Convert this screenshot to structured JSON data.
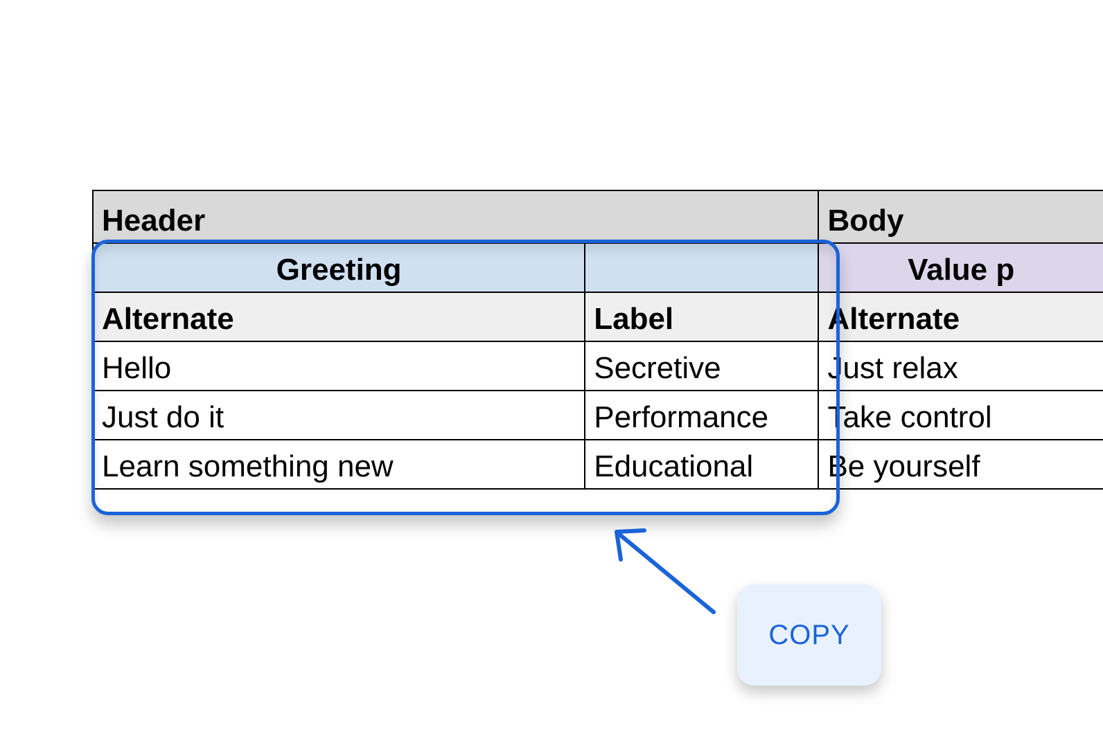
{
  "table": {
    "top_row": {
      "header": "Header",
      "body": "Body"
    },
    "group_row": {
      "greeting": "Greeting",
      "empty": "",
      "value": "Value p"
    },
    "sub_row": {
      "alternate": "Alternate",
      "label": "Label",
      "alternate2": "Alternate"
    },
    "rows": [
      {
        "alternate": "Hello",
        "label": "Secretive",
        "alternate2": "Just relax"
      },
      {
        "alternate": "Just do it",
        "label": "Performance",
        "alternate2": "Take control"
      },
      {
        "alternate": "Learn something new",
        "label": "Educational",
        "alternate2": "Be yourself"
      }
    ]
  },
  "copy_button": {
    "label": "COPY"
  },
  "colors": {
    "accent": "#1a63d8",
    "greeting_fill": "#cfe0f1",
    "value_fill": "#dcd6eb",
    "header_fill": "#d9d9d9",
    "subheader_fill": "#efefef",
    "button_fill": "#e8f1fd"
  },
  "icons": {
    "pointer": "arrow-up-left-icon"
  }
}
